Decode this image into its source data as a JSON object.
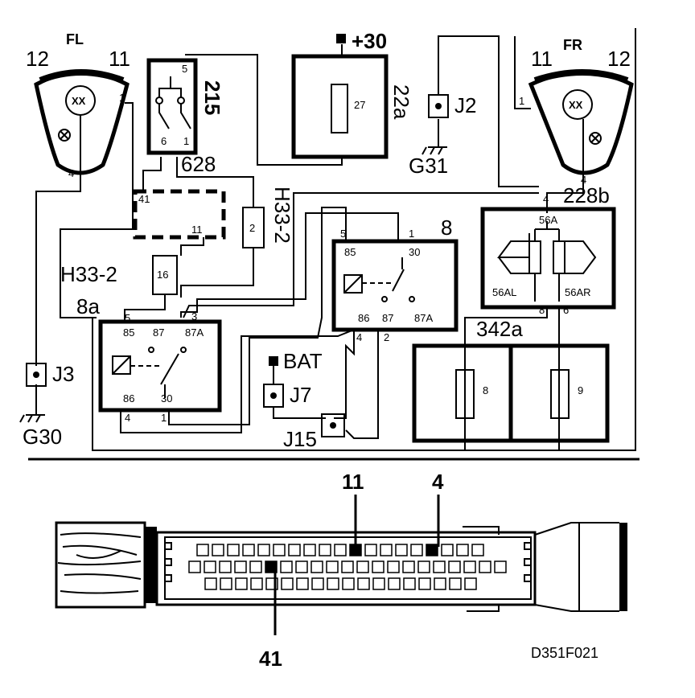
{
  "components": {
    "lamp_fl": {
      "name": "FL",
      "pin_left": "12",
      "pin_right": "11",
      "pin_side": "1",
      "pin_bottom": "4"
    },
    "lamp_fr": {
      "name": "FR",
      "pin_left": "11",
      "pin_right": "12",
      "pin_side": "1",
      "pin_bottom": "4"
    },
    "switch_215": {
      "name": "215",
      "pin_top": "5",
      "pin_bl": "6",
      "pin_br": "1",
      "connector": "628"
    },
    "fuse_box_22a": {
      "name": "22a",
      "supply": "+30",
      "fuse": "27"
    },
    "ground_j2": {
      "name": "J2",
      "ground": "G31"
    },
    "connector_h33_2_right": {
      "name": "H33-2",
      "pin": "2"
    },
    "connector_block": {
      "pin_41": "41",
      "pin_11": "11"
    },
    "connector_h33_2_left": {
      "name": "H33-2",
      "pin": "16"
    },
    "relay_8a": {
      "name": "8a",
      "pin_85": "85",
      "pin_87": "87",
      "pin_87a": "87A",
      "pin_86": "86",
      "pin_30": "30",
      "term_5": "5",
      "term_3": "3",
      "term_4": "4",
      "term_1": "1"
    },
    "relay_8": {
      "name": "8",
      "pin_85": "85",
      "pin_30": "30",
      "pin_86": "86",
      "pin_87": "87",
      "pin_87a": "87A",
      "term_5": "5",
      "term_1": "1",
      "term_4": "4",
      "term_2": "2"
    },
    "unit_228b": {
      "name": "228b",
      "pin_top": "4",
      "pin_56a": "56A",
      "pin_56al": "56AL",
      "pin_56ar": "56AR",
      "out_left": "8",
      "out_right": "6"
    },
    "fuse_box_342a": {
      "name": "342a",
      "fuse_left": "8",
      "fuse_right": "9"
    },
    "ground_j3": {
      "name": "J3",
      "ground": "G30"
    },
    "bat_j7": {
      "name": "J7",
      "supply": "BAT"
    },
    "junction_j15": {
      "name": "J15"
    }
  },
  "ecu_connector": {
    "label_top_left": "11",
    "label_top_right": "4",
    "label_bottom": "41"
  },
  "figure_id": "D351F021"
}
